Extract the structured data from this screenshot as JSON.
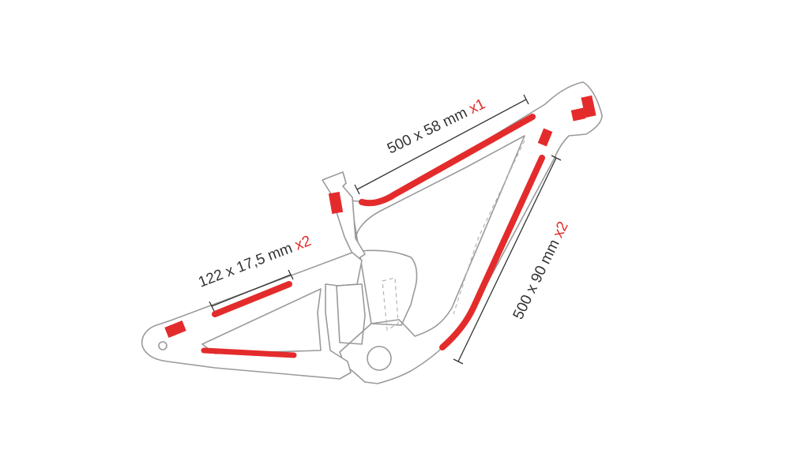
{
  "colors": {
    "accent": "#e42b2b",
    "frame_outline": "#9a9a9a",
    "dimension_text": "#333333",
    "background": "#ffffff"
  },
  "labels": {
    "top_tube": {
      "size": "500 x 58 mm",
      "qty": "x1"
    },
    "down_tube": {
      "size": "500 x 90 mm",
      "qty": "x2"
    },
    "chainstay": {
      "size": "122 x 17,5 mm",
      "qty": "x2"
    }
  }
}
